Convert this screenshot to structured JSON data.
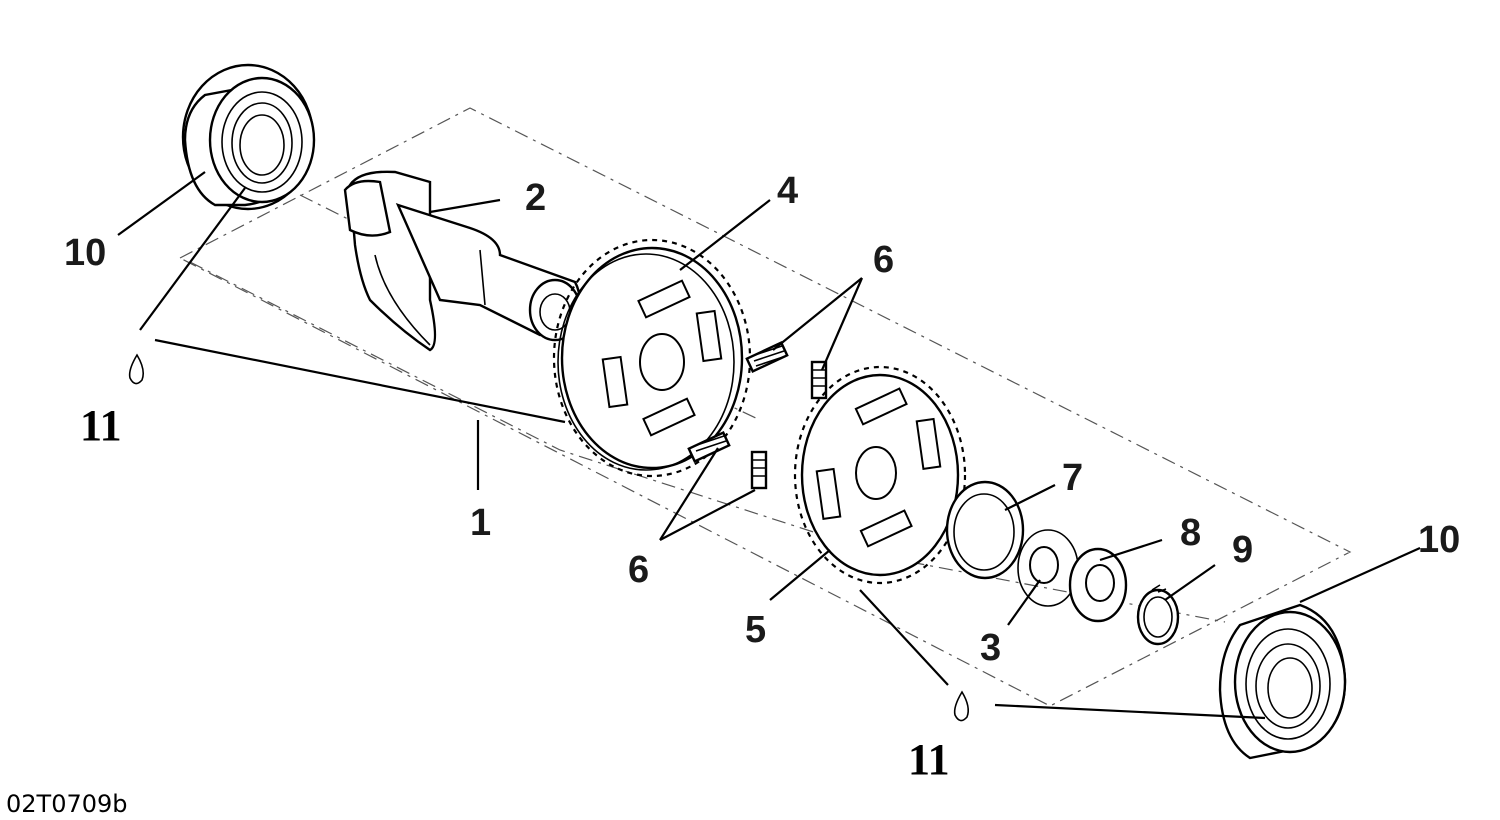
{
  "figure_id": "02T0709b",
  "callouts": {
    "c1": "1",
    "c2": "2",
    "c3": "3",
    "c4": "4",
    "c5": "5",
    "c6a": "6",
    "c6b": "6",
    "c7": "7",
    "c8": "8",
    "c9": "9",
    "c10a": "10",
    "c10b": "10",
    "c11a": "11",
    "c11b": "11"
  },
  "icons": {
    "lubricant": "oil-drop-icon"
  }
}
